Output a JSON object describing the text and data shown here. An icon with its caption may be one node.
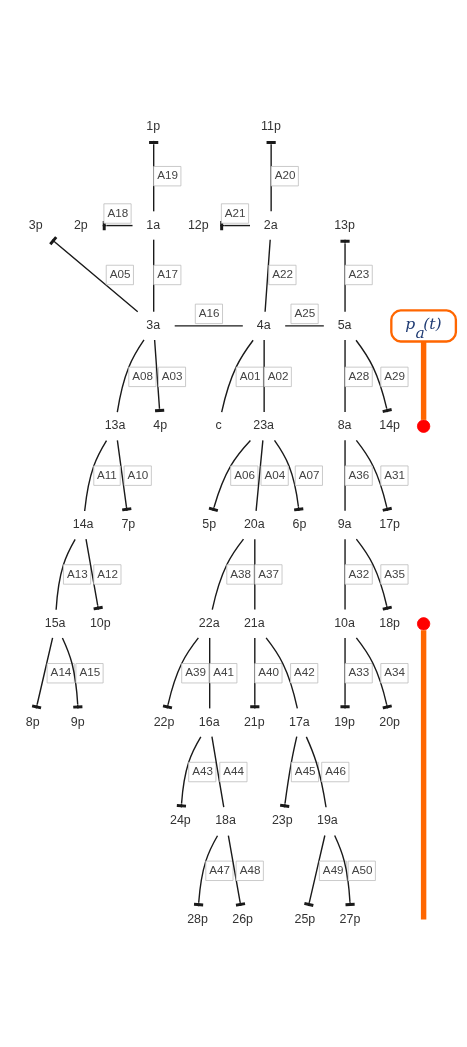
{
  "diagram": {
    "nodes": [
      {
        "text": [
          "1p"
        ]
      },
      {
        "text": [
          "11p"
        ]
      },
      {
        "text": [
          "2p"
        ]
      },
      {
        "text": [
          "1a"
        ]
      },
      {
        "text": [
          "2a"
        ]
      },
      {
        "text": [
          "12p"
        ]
      },
      {
        "text": [
          "p$_{a}$(t)"
        ]
      },
      {
        "text": [
          "3p"
        ]
      },
      {
        "text": [
          "13p"
        ]
      },
      {
        "text": [
          "3a"
        ]
      },
      {
        "text": [
          "4a"
        ]
      },
      {
        "text": [
          "5a"
        ]
      },
      {
        "text": [
          "13a"
        ]
      },
      {
        "text": [
          "8a"
        ]
      },
      {
        "text": [],
        "shape": "circle"
      },
      {
        "text": [
          "c"
        ]
      },
      {
        "text": [
          "4p"
        ]
      },
      {
        "text": [
          "14p"
        ]
      },
      {
        "text": [
          "7p"
        ]
      },
      {
        "text": [
          "17p"
        ]
      },
      {
        "text": [
          "14a"
        ]
      },
      {
        "text": [
          "9a"
        ]
      },
      {
        "text": [
          "23a"
        ]
      },
      {
        "text": [
          "15a"
        ]
      },
      {
        "text": [
          "10a"
        ]
      },
      {
        "text": [
          "6p"
        ]
      },
      {
        "text": [
          "5p"
        ]
      },
      {
        "text": [
          "8p"
        ]
      },
      {
        "text": [
          "19p"
        ]
      },
      {
        "text": [
          "10p"
        ]
      },
      {
        "text": [
          "9p"
        ]
      },
      {
        "text": [
          "20p"
        ]
      },
      {
        "text": [
          "18p"
        ]
      },
      {
        "text": [
          "20a"
        ]
      },
      {
        "text": [
          "22a"
        ]
      },
      {
        "text": [],
        "shape": "circle"
      },
      {
        "text": [
          "21a"
        ]
      },
      {
        "text": [
          "22p"
        ]
      },
      {
        "text": [
          "21p"
        ]
      },
      {
        "text": [
          "16a"
        ]
      },
      {
        "text": [
          "17a"
        ]
      },
      {
        "text": [
          "24p"
        ]
      },
      {
        "text": [
          "23p"
        ]
      },
      {
        "text": [
          "18a"
        ]
      },
      {
        "text": [
          "19a"
        ]
      },
      {
        "text": [
          "28p"
        ]
      },
      {
        "text": [
          "26p"
        ]
      },
      {
        "text": [
          "25p"
        ]
      },
      {
        "text": [
          "27p"
        ]
      }
    ],
    "edges": [
      {
        "from": 15,
        "to": 10,
        "arrow": "none",
        "label": "A01"
      },
      {
        "from": 10,
        "to": 22,
        "arrow": "none",
        "label": "A02"
      },
      {
        "from": 9,
        "to": 16,
        "arrow": "other",
        "label": "A03"
      },
      {
        "from": 22,
        "to": 33,
        "arrow": "none",
        "label": "A04"
      },
      {
        "from": 9,
        "to": 7,
        "arrow": "other",
        "label": "A05"
      },
      {
        "from": 22,
        "to": 26,
        "arrow": "other",
        "label": "A06"
      },
      {
        "from": 22,
        "to": 25,
        "arrow": "other",
        "label": "A07"
      },
      {
        "from": 9,
        "to": 12,
        "arrow": "none",
        "label": "A08"
      },
      {
        "from": 12,
        "to": 18,
        "arrow": "other",
        "label": "A10"
      },
      {
        "from": 12,
        "to": 20,
        "arrow": "none",
        "label": "A11"
      },
      {
        "from": 20,
        "to": 29,
        "arrow": "other",
        "label": "A12"
      },
      {
        "from": 20,
        "to": 23,
        "arrow": "none",
        "label": "A13"
      },
      {
        "from": 23,
        "to": 27,
        "arrow": "other",
        "label": "A14"
      },
      {
        "from": 23,
        "to": 30,
        "arrow": "other",
        "label": "A15"
      },
      {
        "from": 9,
        "to": 10,
        "arrow": "none",
        "label": "A16"
      },
      {
        "from": 9,
        "to": 3,
        "arrow": "none",
        "label": "A17"
      },
      {
        "from": 3,
        "to": 2,
        "arrow": "other",
        "label": "A18"
      },
      {
        "from": 3,
        "to": 0,
        "arrow": "other",
        "label": "A19"
      },
      {
        "from": 4,
        "to": 1,
        "arrow": "other",
        "label": "A20"
      },
      {
        "from": 4,
        "to": 5,
        "arrow": "other",
        "label": "A21"
      },
      {
        "from": 10,
        "to": 4,
        "arrow": "none",
        "label": "A22"
      },
      {
        "from": 11,
        "to": 8,
        "arrow": "other",
        "label": "A23"
      },
      {
        "from": 10,
        "to": 11,
        "arrow": "none",
        "label": "A25"
      },
      {
        "from": 11,
        "to": 13,
        "arrow": "none",
        "label": "A28"
      },
      {
        "from": 11,
        "to": 17,
        "arrow": "other",
        "label": "A29"
      },
      {
        "from": 13,
        "to": 19,
        "arrow": "other",
        "label": "A31"
      },
      {
        "from": 21,
        "to": 24,
        "arrow": "none",
        "label": "A32"
      },
      {
        "from": 24,
        "to": 28,
        "arrow": "other",
        "label": "A33"
      },
      {
        "from": 24,
        "to": 31,
        "arrow": "other",
        "label": "A34"
      },
      {
        "from": 21,
        "to": 32,
        "arrow": "other",
        "label": "A35"
      },
      {
        "from": 13,
        "to": 21,
        "arrow": "none",
        "label": "A36"
      },
      {
        "from": 33,
        "to": 36,
        "arrow": "none",
        "label": "A37"
      },
      {
        "from": 33,
        "to": 34,
        "arrow": "none",
        "label": "A38"
      },
      {
        "from": 34,
        "to": 37,
        "arrow": "other",
        "label": "A39"
      },
      {
        "from": 36,
        "to": 38,
        "arrow": "other",
        "label": "A40"
      },
      {
        "from": 34,
        "to": 39,
        "arrow": "none",
        "label": "A41"
      },
      {
        "from": 36,
        "to": 40,
        "arrow": "none",
        "label": "A42"
      },
      {
        "from": 39,
        "to": 41,
        "arrow": "other",
        "label": "A43"
      },
      {
        "from": 39,
        "to": 43,
        "arrow": "none",
        "label": "A44"
      },
      {
        "from": 40,
        "to": 42,
        "arrow": "other",
        "label": "A45"
      },
      {
        "from": 40,
        "to": 44,
        "arrow": "none",
        "label": "A46"
      },
      {
        "from": 43,
        "to": 45,
        "arrow": "other",
        "label": "A47"
      },
      {
        "from": 43,
        "to": 46,
        "arrow": "other",
        "label": "A48"
      },
      {
        "from": 44,
        "to": 47,
        "arrow": "other",
        "label": "A49"
      },
      {
        "from": 44,
        "to": 48,
        "arrow": "other",
        "label": "A50"
      },
      {
        "from": 6,
        "to": 14,
        "arrow": "none",
        "style": "thick",
        "color": "#ff6600"
      },
      {
        "from": null,
        "to": 35,
        "arrow": "none",
        "style": "thick",
        "color": "#ff6600"
      }
    ]
  }
}
